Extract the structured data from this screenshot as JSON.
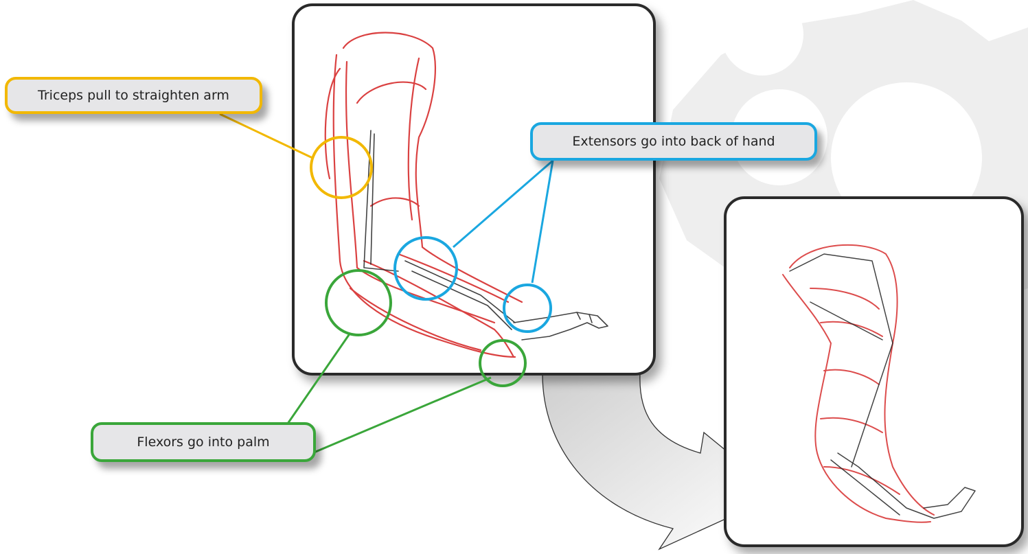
{
  "labels": {
    "triceps": "Triceps pull to straighten arm",
    "extensors": "Extensors go into back of hand",
    "flexors": "Flexors go into palm"
  },
  "colors": {
    "triceps": "#f2b800",
    "extensors": "#1aa7e0",
    "flexors": "#3aa63a",
    "panel_border": "#2b2b2b",
    "gear": "#eeeeee",
    "muscle_stroke": "#d42020",
    "bone_stroke": "#222222"
  },
  "icons": {
    "background": "gear-icon",
    "transition": "curved-arrow-icon"
  }
}
